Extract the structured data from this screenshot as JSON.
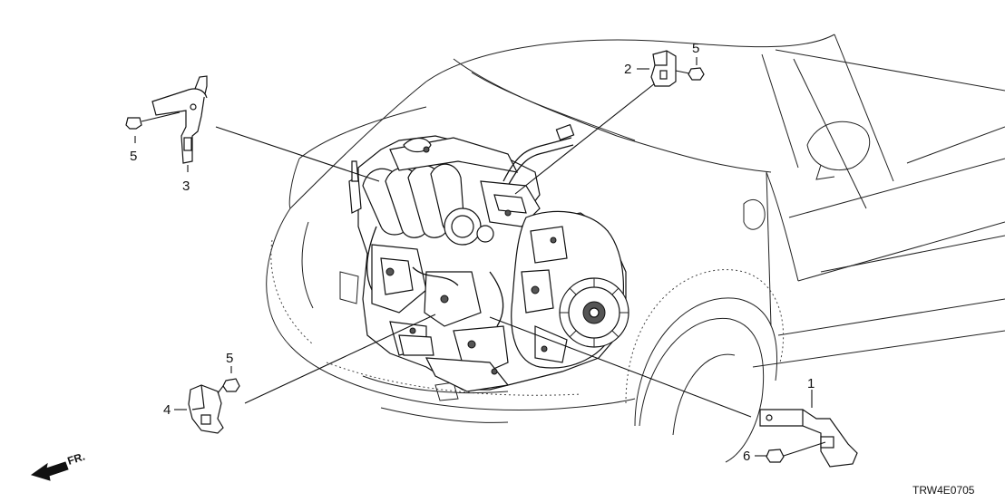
{
  "diagram": {
    "code": "TRW4E0705",
    "direction_label": "FR.",
    "callouts": [
      {
        "id": "c1",
        "label": "1"
      },
      {
        "id": "c2",
        "label": "2"
      },
      {
        "id": "c3",
        "label": "3"
      },
      {
        "id": "c4",
        "label": "4"
      },
      {
        "id": "c5a",
        "label": "5"
      },
      {
        "id": "c5b",
        "label": "5"
      },
      {
        "id": "c5c",
        "label": "5"
      },
      {
        "id": "c6",
        "label": "6"
      }
    ]
  }
}
